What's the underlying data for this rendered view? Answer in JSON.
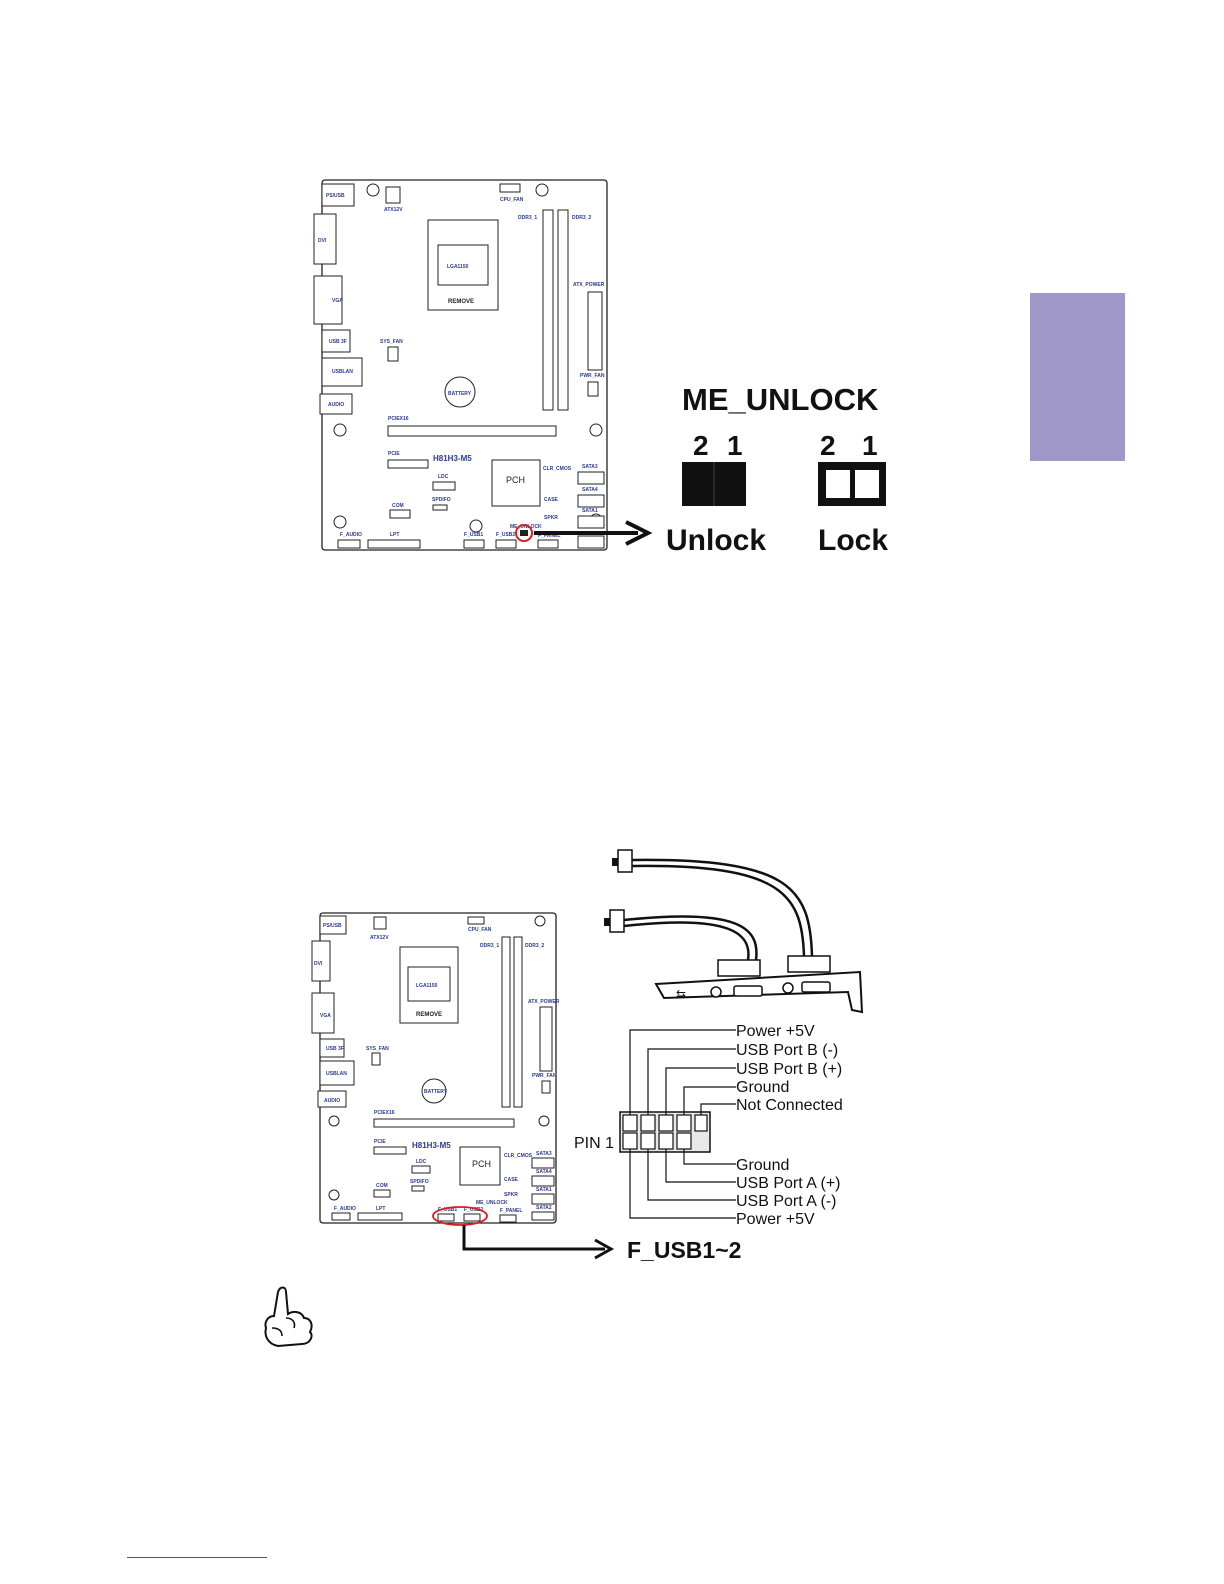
{
  "colors": {
    "side_tab": "#9f98c8",
    "highlight_circle": "#d61f26",
    "link_line": "#3355aa"
  },
  "board": {
    "model": "H81H3-M5",
    "socket": "LGA1150",
    "socket_remove": "REMOVE",
    "pch": "PCH",
    "battery": "BATTERY",
    "labels": {
      "ps2": "PS/USB",
      "atx12v": "ATX12V",
      "cpu_fan": "CPU_FAN",
      "ddr3_1": "DDR3_1",
      "ddr3_2": "DDR3_2",
      "dvi": "DVI",
      "vga": "VGA",
      "usb3f": "USB 3F",
      "usblan": "USBLAN",
      "audio": "AUDIO",
      "sys_fan": "SYS_FAN",
      "atx_power": "ATX_POWER",
      "pwr_fan": "PWR_FAN",
      "pciex16": "PCIEX16",
      "pcie": "PCIE",
      "lpc": "LDC",
      "spdifo": "SPDIFO",
      "com": "COM",
      "clr_cmos": "CLR_CMOS",
      "case": "CASE",
      "spkr": "SPKR",
      "sata3": "SATA3",
      "sata4": "SATA4",
      "sata1": "SATA1",
      "sata2": "SATA2",
      "f_audio": "F_AUDIO",
      "lpt": "LPT",
      "f_usb1": "F_USB1",
      "f_usb2": "F_USB2",
      "me_unlock": "ME_UNLOCK",
      "f_panel": "F_PANEL"
    }
  },
  "me_unlock": {
    "title": "ME_UNLOCK",
    "unlock_pins": [
      "2",
      "1"
    ],
    "lock_pins": [
      "2",
      "1"
    ],
    "unlock_label": "Unlock",
    "lock_label": "Lock"
  },
  "f_usb": {
    "title": "F_USB1~2",
    "pin1_label": "PIN 1",
    "top_pins": [
      "Power +5V",
      "USB Port B (-)",
      "USB Port B (+)",
      "Ground",
      "Not Connected"
    ],
    "bottom_pins": [
      "Ground",
      "USB Port A (+)",
      "USB Port A (-)",
      "Power +5V"
    ]
  }
}
